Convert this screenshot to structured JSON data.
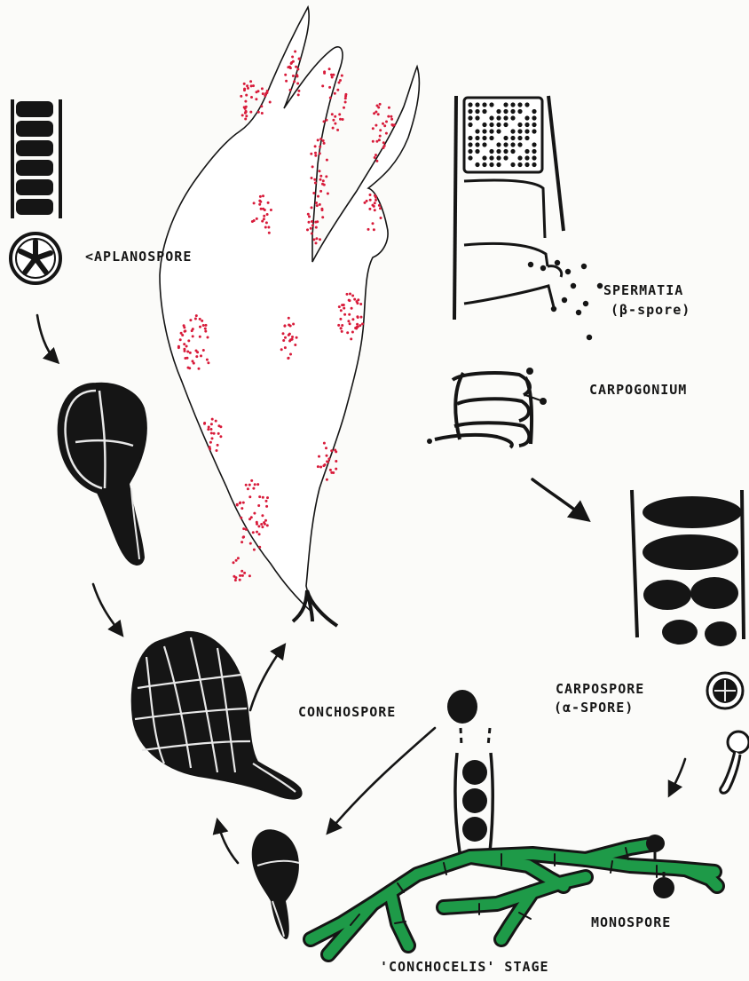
{
  "labels": {
    "aplanospore": "<APLANOSPORE",
    "spermatia_1": "SPERMATIA",
    "spermatia_2": "(β-spore)",
    "carpogonium": "CARPOGONIUM",
    "carpospore_1": "CARPOSPORE",
    "carpospore_2": "(α-SPORE)",
    "conchospore": "CONCHOSPORE",
    "monospore": "MONOSPORE",
    "conchocelis": "'CONCHOCELIS' STAGE"
  },
  "colors": {
    "ink": "#151515",
    "spore_dots": "#d81b3a",
    "conchocelis_green": "#1e9a48",
    "paper": "#fbfbf9"
  }
}
